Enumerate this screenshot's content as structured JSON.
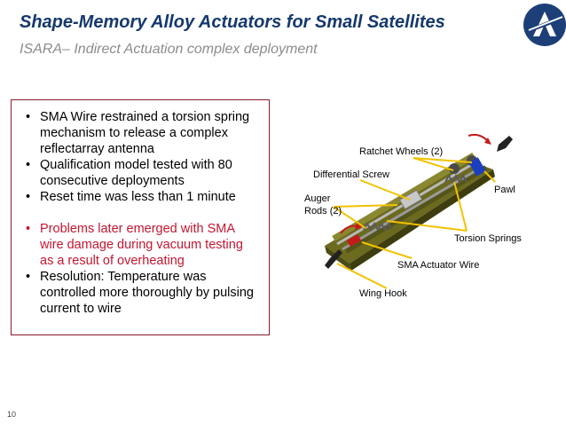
{
  "slide": {
    "title": "Shape-Memory Alloy Actuators for Small Satellites",
    "subtitle": "ISARA– Indirect Actuation complex deployment",
    "page_number": "10"
  },
  "bullets": [
    {
      "text": "SMA Wire restrained a torsion spring mechanism to release a complex reflectarray antenna"
    },
    {
      "text": "Qualification model tested with 80 consecutive deployments"
    },
    {
      "text": "Reset time was less than 1 minute"
    },
    {
      "text": "Problems later emerged with SMA wire damage during vacuum testing as a result of overheating"
    },
    {
      "text": "Resolution: Temperature was controlled more thoroughly by pulsing current to wire"
    }
  ],
  "figure_labels": {
    "ratchet_wheels": "Ratchet Wheels (2)",
    "differential_screw": "Differential Screw",
    "pawl": "Pawl",
    "auger_rods_line1": "Auger",
    "auger_rods_line2": "Rods (2)",
    "torsion_springs": "Torsion Springs",
    "sma_actuator_wire": "SMA Actuator Wire",
    "wing_hook": "Wing Hook"
  },
  "colors": {
    "title": "#15386e",
    "subtitle": "#8c8c8c",
    "box_border": "#8b1a2b",
    "highlight_text": "#c4162f",
    "callout_line": "#f2c200"
  },
  "icons": {
    "logo": "aerospace-logo-icon"
  }
}
